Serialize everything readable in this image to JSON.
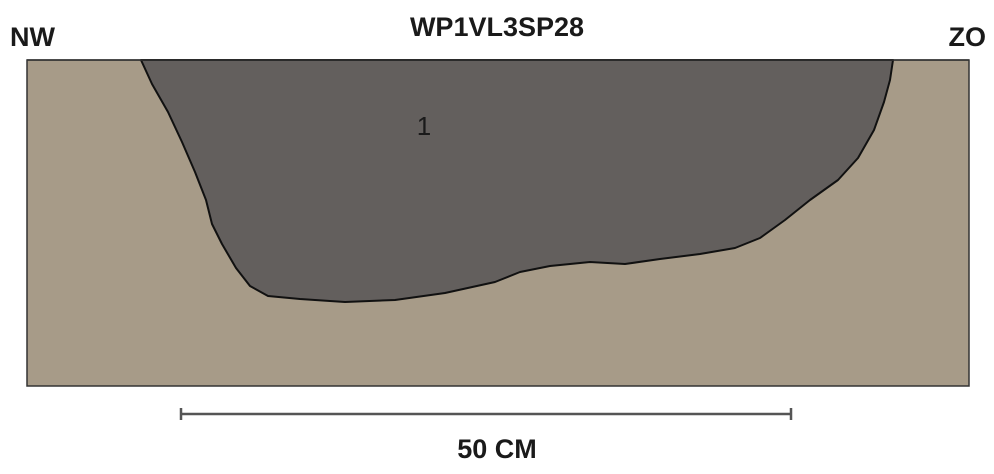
{
  "title": "WP1VL3SP28",
  "orientation": {
    "left": "NW",
    "right": "ZO"
  },
  "feature": {
    "layer_number": "1",
    "fill_color": "#635f5d"
  },
  "soil": {
    "fill_color": "#a79b88"
  },
  "scale_bar": {
    "label": "50 CM"
  }
}
